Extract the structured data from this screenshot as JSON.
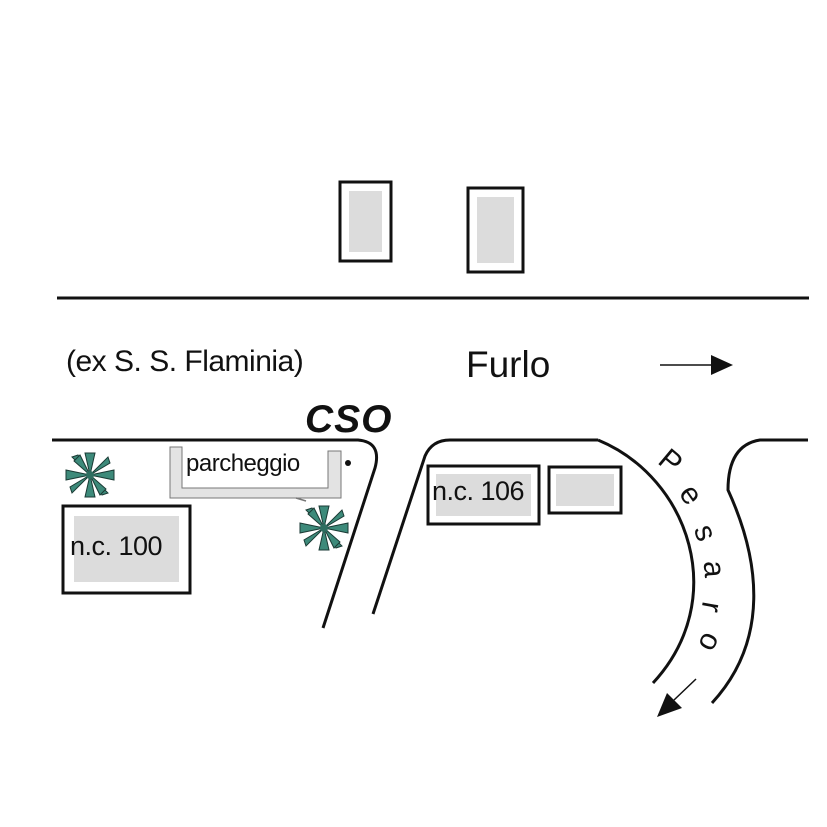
{
  "map": {
    "road_label_left": "(ex S. S. Flaminia)",
    "road_label_direction": "Furlo",
    "place_label": "CSO",
    "parking_label": "parcheggio",
    "building_100_label": "n.c. 100",
    "building_106_label": "n.c. 106",
    "curved_road_label": [
      "P",
      "e",
      "s",
      "a",
      "r",
      "o"
    ]
  },
  "colors": {
    "line": "#111111",
    "building_fill": "#dcdcdc",
    "parking_fill": "#e3e3e3",
    "tree": "#3d8a7a"
  },
  "icons": [
    "arrow-right-icon",
    "arrow-down-left-icon",
    "tree-icon"
  ]
}
